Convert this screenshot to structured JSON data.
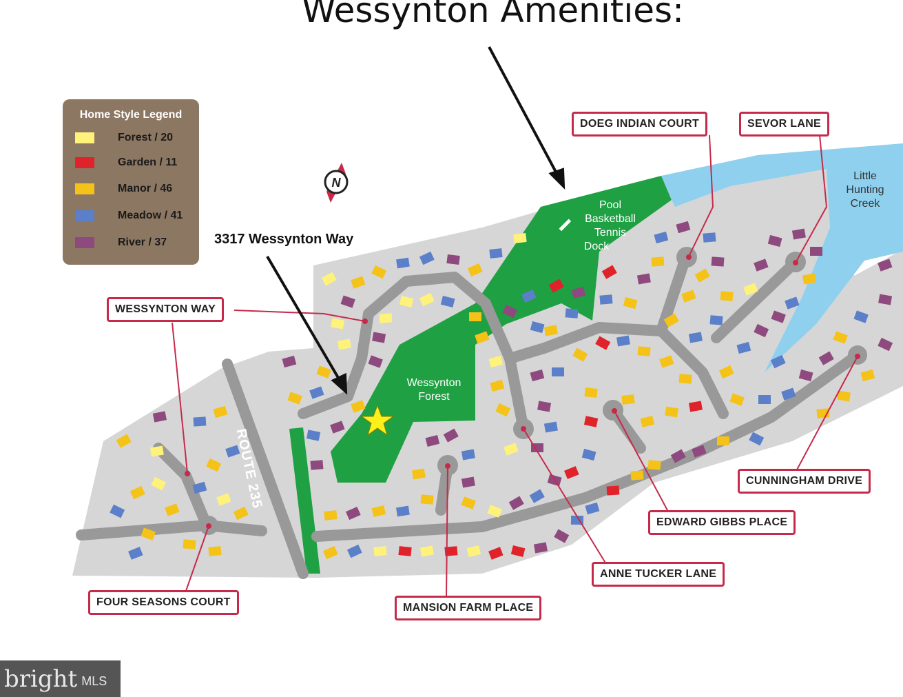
{
  "title": "Wessynton Amenities:",
  "legend": {
    "title": "Home Style Legend",
    "items": [
      {
        "label": "Forest / 20",
        "color": "#fff27a"
      },
      {
        "label": "Garden / 11",
        "color": "#e0232a"
      },
      {
        "label": "Manor / 46",
        "color": "#f5c218"
      },
      {
        "label": "Meadow / 41",
        "color": "#5b7fc8"
      },
      {
        "label": "River / 37",
        "color": "#8e4a7e"
      }
    ]
  },
  "address_label": "3317 Wessynton Way",
  "amenities": [
    "Pool",
    "Basketball",
    "Tennis",
    "Dock"
  ],
  "forest_label": [
    "Wessynton",
    "Forest"
  ],
  "creek_label": [
    "Little",
    "Hunting",
    "Creek"
  ],
  "route_label": "ROUTE 235",
  "roads": {
    "doeg": "DOEG INDIAN COURT",
    "sevor": "SEVOR LANE",
    "wessynton": "WESSYNTON WAY",
    "cunningham": "CUNNINGHAM DRIVE",
    "edward": "EDWARD GIBBS PLACE",
    "anne": "ANNE TUCKER LANE",
    "four": "FOUR SEASONS COURT",
    "mansion": "MANSION FARM PLACE"
  },
  "logo": {
    "brand": "bright",
    "suffix": "MLS"
  },
  "colors": {
    "land": "#d6d6d6",
    "road": "#999999",
    "green": "#1fa043",
    "water": "#8fd0ee",
    "label_border": "#c62a4a"
  }
}
